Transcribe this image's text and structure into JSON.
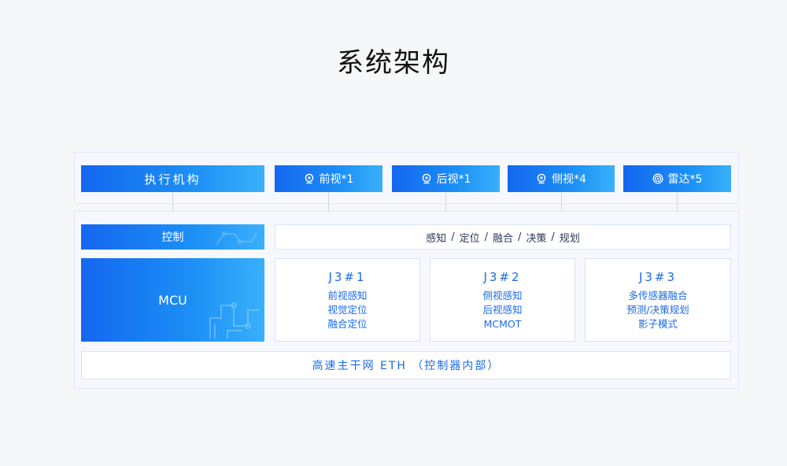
{
  "title": "系统架构",
  "executor": {
    "label": "执行机构"
  },
  "sensors": [
    {
      "label": "前视*1",
      "icon": "camera-icon"
    },
    {
      "label": "后视*1",
      "icon": "camera-icon"
    },
    {
      "label": "侧视*4",
      "icon": "camera-icon"
    },
    {
      "label": "雷达*5",
      "icon": "radar-icon"
    }
  ],
  "control": {
    "label": "控制"
  },
  "mcu": {
    "label": "MCU"
  },
  "functions": {
    "items": [
      "感知",
      "定位",
      "融合",
      "决策",
      "规划"
    ],
    "separator": "/"
  },
  "j3_units": [
    {
      "name": "J3#1",
      "lines": [
        "前视感知",
        "视觉定位",
        "融合定位"
      ]
    },
    {
      "name": "J3#2",
      "lines": [
        "侧视感知",
        "后视感知",
        "MCMOT"
      ]
    },
    {
      "name": "J3#3",
      "lines": [
        "多传感器融合",
        "预测/决策规划",
        "影子模式"
      ]
    }
  ],
  "bus": {
    "label": "高速主干网 ETH （控制器内部）"
  },
  "colors": {
    "accent": "#1a6ae8",
    "gradient_start": "#1467f0",
    "gradient_end": "#39b0fb"
  }
}
